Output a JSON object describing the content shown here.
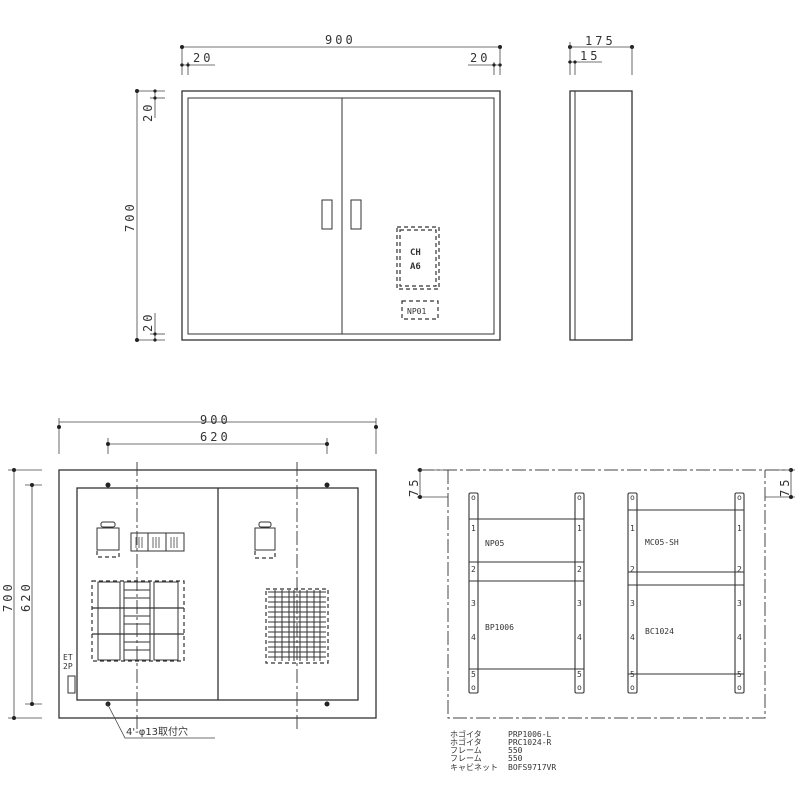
{
  "front_view": {
    "dim_width": "900",
    "dim_left_margin": "20",
    "dim_right_margin": "20",
    "dim_height": "700",
    "dim_top_margin": "20",
    "dim_bottom_margin": "20",
    "label_ch_line1": "CH",
    "label_ch_line2": "A6",
    "label_np": "NP01"
  },
  "side_view": {
    "dim_depth": "175",
    "dim_door": "15"
  },
  "interior_view": {
    "dim_width": "900",
    "dim_inner_width": "620",
    "dim_height": "700",
    "dim_inner_height": "620",
    "label_et_line1": "ET",
    "label_et_line2": "2P",
    "mounting_hole_note": "4'-φ13取付穴"
  },
  "rack_view": {
    "dim_top_left": "75",
    "dim_top_right": "75",
    "panel_labels": [
      "NP05",
      "BP1006",
      "MC05-SH",
      "BC1024"
    ],
    "rail_numbers": [
      "1",
      "2",
      "3",
      "4",
      "5"
    ]
  },
  "parts_list": [
    {
      "name": "ホゴイタ",
      "value": "PRP1006-L"
    },
    {
      "name": "ホゴイタ",
      "value": "PRC1024-R"
    },
    {
      "name": "フレーム",
      "value": "550"
    },
    {
      "name": "フレーム",
      "value": "550"
    },
    {
      "name": "キャビネット",
      "value": "BOFS9717VR"
    }
  ]
}
